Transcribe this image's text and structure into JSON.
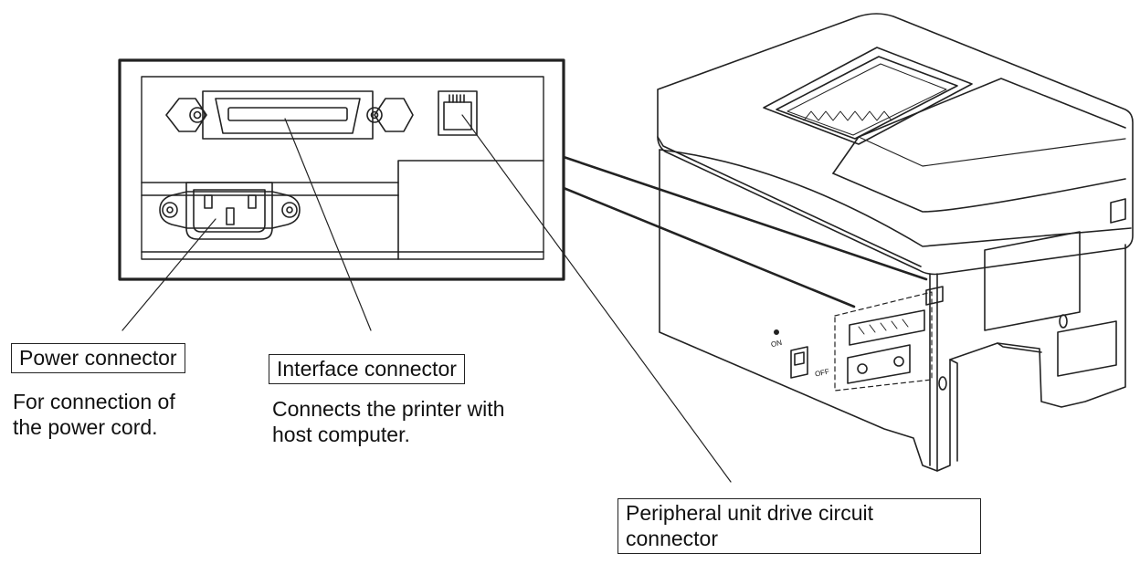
{
  "callouts": {
    "power": {
      "title": "Power connector",
      "description": "For connection of\nthe power cord."
    },
    "interface": {
      "title": "Interface connector",
      "description": "Connects the printer with\nhost computer."
    },
    "peripheral": {
      "title": "Peripheral unit drive circuit\nconnector"
    }
  },
  "switch": {
    "on_label": "ON",
    "off_label": "OFF"
  }
}
